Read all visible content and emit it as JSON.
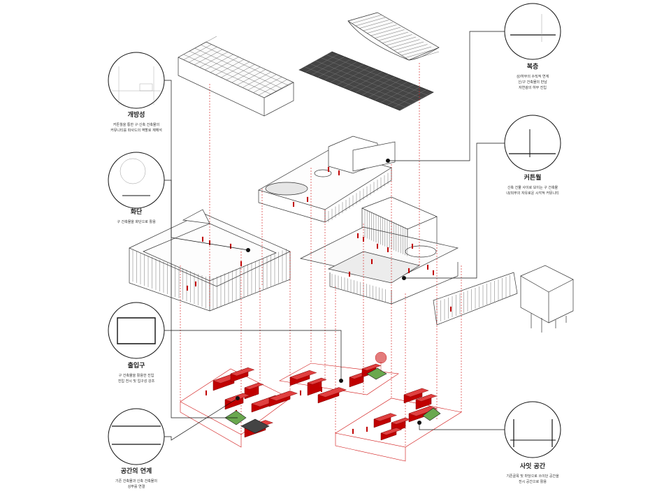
{
  "palette": {
    "accent": "#c00000",
    "line": "#222222",
    "dashed": "#d01010"
  },
  "callouts": {
    "open": {
      "title": "개방성",
      "lines": [
        "커튼월을 통한 구·신축 건축물의",
        "커뮤니티를 파사드의 역할로 재해석"
      ],
      "icon": "detail-section-icon"
    },
    "courtyard": {
      "title": "화단",
      "lines": [
        "구 건축물을 화단으로 활용"
      ],
      "icon": "tree-section-icon"
    },
    "entrance": {
      "title": "출입구",
      "lines": [
        "구 건축물을 활용한 진입",
        "진입 전시 및 입구성 강조"
      ],
      "icon": "entrance-section-icon"
    },
    "link": {
      "title": "공간의 연계",
      "lines": [
        "기존 건축물과 신축 건축물의",
        "상부를 연결"
      ],
      "icon": "bridge-section-icon"
    },
    "double": {
      "title": "복층",
      "lines": [
        "상/하부의 수직적 연계",
        "신/구 건축물의 만남",
        "자연광의 하부 진입"
      ],
      "icon": "double-height-icon"
    },
    "curtain": {
      "title": "커튼월",
      "lines": [
        "신축 건물 사이로 보이는 구 건축물",
        "내/외부의 자유로운 시각적 커뮤니티"
      ],
      "icon": "curtain-wall-icon"
    },
    "between": {
      "title": "사잇 공간",
      "lines": [
        "기존골목 및 마당으로 쓰이던 공간을",
        "전시 공간으로 활용"
      ],
      "icon": "between-space-icon"
    }
  }
}
